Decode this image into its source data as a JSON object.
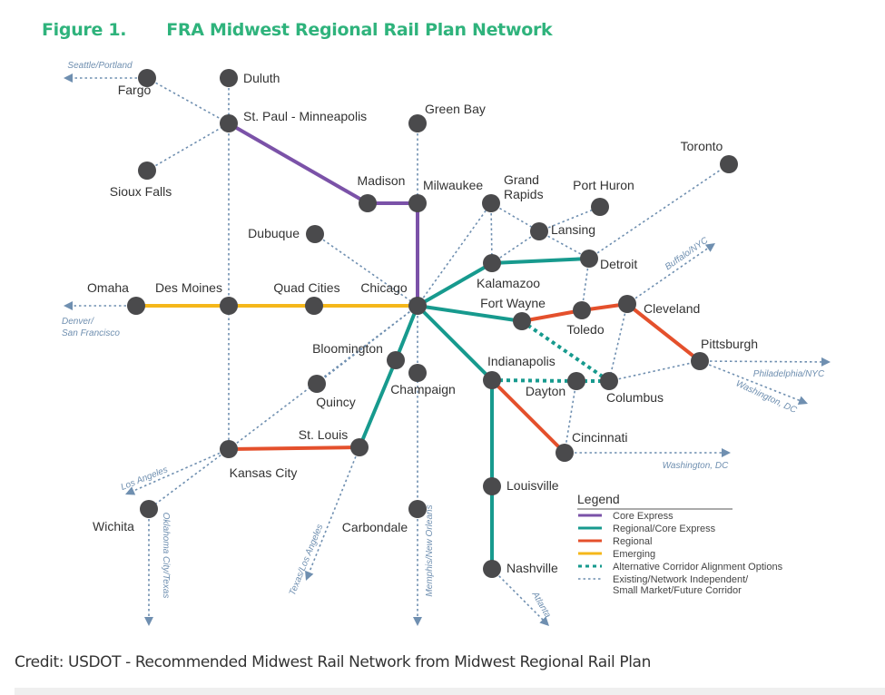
{
  "figure": {
    "number": "Figure 1.",
    "title": "FRA Midwest Regional Rail Plan Network"
  },
  "credit": "Credit: USDOT - Recommended Midwest Rail Network from Midwest Regional Rail Plan",
  "colors": {
    "core_express": "#7b52a8",
    "regional_core_express": "#179a8e",
    "regional": "#e4502c",
    "emerging": "#f5b71a",
    "existing": "#6f8fb0",
    "node": "#4a4a4c",
    "title": "#2fb37c"
  },
  "stations": [
    {
      "id": "fargo",
      "name": "Fargo"
    },
    {
      "id": "duluth",
      "name": "Duluth"
    },
    {
      "id": "stpaul",
      "name": "St. Paul - Minneapolis"
    },
    {
      "id": "siouxfalls",
      "name": "Sioux Falls"
    },
    {
      "id": "greenbay",
      "name": "Green Bay"
    },
    {
      "id": "madison",
      "name": "Madison"
    },
    {
      "id": "milwaukee",
      "name": "Milwaukee"
    },
    {
      "id": "grandrapids",
      "name": "Grand Rapids"
    },
    {
      "id": "porthuron",
      "name": "Port Huron"
    },
    {
      "id": "toronto",
      "name": "Toronto"
    },
    {
      "id": "lansing",
      "name": "Lansing"
    },
    {
      "id": "dubuque",
      "name": "Dubuque"
    },
    {
      "id": "kalamazoo",
      "name": "Kalamazoo"
    },
    {
      "id": "detroit",
      "name": "Detroit"
    },
    {
      "id": "omaha",
      "name": "Omaha"
    },
    {
      "id": "desmoines",
      "name": "Des Moines"
    },
    {
      "id": "quadcities",
      "name": "Quad Cities"
    },
    {
      "id": "chicago",
      "name": "Chicago"
    },
    {
      "id": "fortwayne",
      "name": "Fort Wayne"
    },
    {
      "id": "toledo",
      "name": "Toledo"
    },
    {
      "id": "cleveland",
      "name": "Cleveland"
    },
    {
      "id": "pittsburgh",
      "name": "Pittsburgh"
    },
    {
      "id": "bloomington",
      "name": "Bloomington"
    },
    {
      "id": "champaign",
      "name": "Champaign"
    },
    {
      "id": "quincy",
      "name": "Quincy"
    },
    {
      "id": "indianapolis",
      "name": "Indianapolis"
    },
    {
      "id": "dayton",
      "name": "Dayton"
    },
    {
      "id": "columbus",
      "name": "Columbus"
    },
    {
      "id": "stlouis",
      "name": "St. Louis"
    },
    {
      "id": "kansascity",
      "name": "Kansas City"
    },
    {
      "id": "cincinnati",
      "name": "Cincinnati"
    },
    {
      "id": "wichita",
      "name": "Wichita"
    },
    {
      "id": "carbondale",
      "name": "Carbondale"
    },
    {
      "id": "louisville",
      "name": "Louisville"
    },
    {
      "id": "nashville",
      "name": "Nashville"
    }
  ],
  "corridors": [
    {
      "type": "core_express",
      "from": "stpaul",
      "to": "madison"
    },
    {
      "type": "core_express",
      "from": "madison",
      "to": "milwaukee"
    },
    {
      "type": "core_express",
      "from": "milwaukee",
      "to": "chicago"
    },
    {
      "type": "regional_core_express",
      "from": "chicago",
      "to": "kalamazoo"
    },
    {
      "type": "regional_core_express",
      "from": "kalamazoo",
      "to": "detroit"
    },
    {
      "type": "regional_core_express",
      "from": "chicago",
      "to": "fortwayne"
    },
    {
      "type": "regional_core_express",
      "from": "chicago",
      "to": "indianapolis"
    },
    {
      "type": "regional_core_express",
      "from": "indianapolis",
      "to": "louisville"
    },
    {
      "type": "regional_core_express",
      "from": "louisville",
      "to": "nashville"
    },
    {
      "type": "regional_core_express",
      "from": "chicago",
      "to": "bloomington"
    },
    {
      "type": "regional_core_express",
      "from": "bloomington",
      "to": "stlouis"
    },
    {
      "type": "regional",
      "from": "fortwayne",
      "to": "toledo"
    },
    {
      "type": "regional",
      "from": "toledo",
      "to": "cleveland"
    },
    {
      "type": "regional",
      "from": "cleveland",
      "to": "pittsburgh"
    },
    {
      "type": "regional",
      "from": "indianapolis",
      "to": "cincinnati"
    },
    {
      "type": "regional",
      "from": "kansascity",
      "to": "stlouis"
    },
    {
      "type": "emerging",
      "from": "omaha",
      "to": "desmoines"
    },
    {
      "type": "emerging",
      "from": "desmoines",
      "to": "quadcities"
    },
    {
      "type": "emerging",
      "from": "quadcities",
      "to": "chicago"
    },
    {
      "type": "alternative",
      "from": "fortwayne",
      "to": "columbus"
    },
    {
      "type": "alternative",
      "from": "indianapolis",
      "to": "dayton"
    },
    {
      "type": "alternative",
      "from": "dayton",
      "to": "columbus"
    },
    {
      "type": "existing",
      "from": "fargo",
      "to": "stpaul"
    },
    {
      "type": "existing",
      "from": "duluth",
      "to": "stpaul"
    },
    {
      "type": "existing",
      "from": "siouxfalls",
      "to": "stpaul"
    },
    {
      "type": "existing",
      "from": "stpaul",
      "to": "kansascity"
    },
    {
      "type": "existing",
      "from": "greenbay",
      "to": "milwaukee"
    },
    {
      "type": "existing",
      "from": "dubuque",
      "to": "chicago"
    },
    {
      "type": "existing",
      "from": "chicago",
      "to": "grandrapids"
    },
    {
      "type": "existing",
      "from": "grandrapids",
      "to": "kalamazoo"
    },
    {
      "type": "existing",
      "from": "grandrapids",
      "to": "lansing"
    },
    {
      "type": "existing",
      "from": "lansing",
      "to": "detroit"
    },
    {
      "type": "existing",
      "from": "lansing",
      "to": "porthuron"
    },
    {
      "type": "existing",
      "from": "lansing",
      "to": "kalamazoo"
    },
    {
      "type": "existing",
      "from": "detroit",
      "to": "toronto"
    },
    {
      "type": "existing",
      "from": "detroit",
      "to": "toledo"
    },
    {
      "type": "existing",
      "from": "cleveland",
      "to": "columbus"
    },
    {
      "type": "existing",
      "from": "columbus",
      "to": "pittsburgh"
    },
    {
      "type": "existing",
      "from": "dayton",
      "to": "cincinnati"
    },
    {
      "type": "existing",
      "from": "chicago",
      "to": "carbondale"
    },
    {
      "type": "existing",
      "from": "chicago",
      "to": "kansascity"
    },
    {
      "type": "existing",
      "from": "chicago",
      "to": "quincy"
    },
    {
      "type": "existing",
      "from": "kansascity",
      "to": "wichita"
    }
  ],
  "extensions": [
    {
      "id": "seattle",
      "from": "fargo",
      "label": "Seattle/Portland"
    },
    {
      "id": "denver",
      "from": "omaha",
      "label": "Denver/ San Francisco"
    },
    {
      "id": "losangeles",
      "from": "kansascity",
      "label": "Los Angeles"
    },
    {
      "id": "okc",
      "from": "wichita",
      "label": "Oklahoma City/Texas"
    },
    {
      "id": "texas",
      "from": "stlouis",
      "label": "Texas/Los Angeles"
    },
    {
      "id": "memphis",
      "from": "carbondale",
      "label": "Memphis/New Orleans"
    },
    {
      "id": "atlanta",
      "from": "nashville",
      "label": "Atlanta"
    },
    {
      "id": "washington1",
      "from": "cincinnati",
      "label": "Washington, DC"
    },
    {
      "id": "philadelphia",
      "from": "pittsburgh",
      "label": "Philadelphia/NYC"
    },
    {
      "id": "washington2",
      "from": "pittsburgh",
      "label": "Washington, DC"
    },
    {
      "id": "buffalo",
      "from": "cleveland",
      "label": "Buffalo/NYC"
    }
  ],
  "legend": {
    "title": "Legend",
    "items": [
      {
        "type": "core_express",
        "label": "Core Express"
      },
      {
        "type": "regional_core_express",
        "label": "Regional/Core Express"
      },
      {
        "type": "regional",
        "label": "Regional"
      },
      {
        "type": "emerging",
        "label": "Emerging"
      },
      {
        "type": "alternative",
        "label": "Alternative Corridor Alignment Options"
      },
      {
        "type": "existing",
        "label": "Existing/Network Independent/",
        "label2": "Small Market/Future Corridor"
      }
    ]
  }
}
